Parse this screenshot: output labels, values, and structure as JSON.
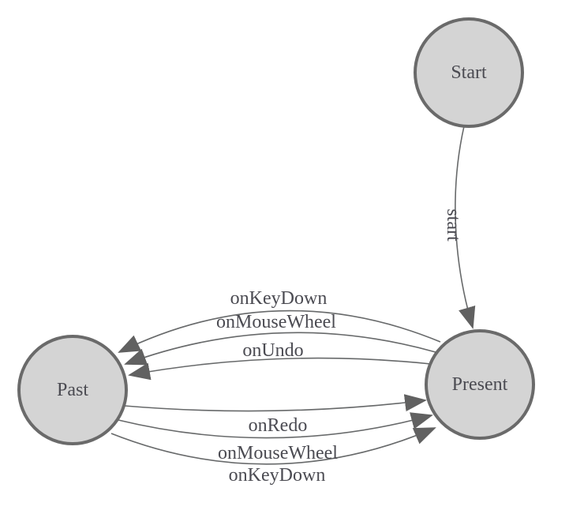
{
  "diagram": {
    "nodes": [
      {
        "id": "start",
        "label": "Start"
      },
      {
        "id": "past",
        "label": "Past"
      },
      {
        "id": "present",
        "label": "Present"
      }
    ],
    "edges": [
      {
        "from": "Start",
        "to": "Present",
        "label": "start"
      },
      {
        "from": "Present",
        "to": "Past",
        "label": "onKeyDown"
      },
      {
        "from": "Present",
        "to": "Past",
        "label": "onMouseWheel"
      },
      {
        "from": "Present",
        "to": "Past",
        "label": "onUndo"
      },
      {
        "from": "Past",
        "to": "Present",
        "label": "onRedo"
      },
      {
        "from": "Past",
        "to": "Present",
        "label": "onMouseWheel"
      },
      {
        "from": "Past",
        "to": "Present",
        "label": "onKeyDown"
      }
    ],
    "colors": {
      "node_fill": "#d4d4d4",
      "node_stroke": "#6a6a6a",
      "edge_stroke": "#67696a",
      "arrow_fill": "#616161",
      "label_text": "#4b4b52",
      "background": "#ffffff"
    }
  }
}
